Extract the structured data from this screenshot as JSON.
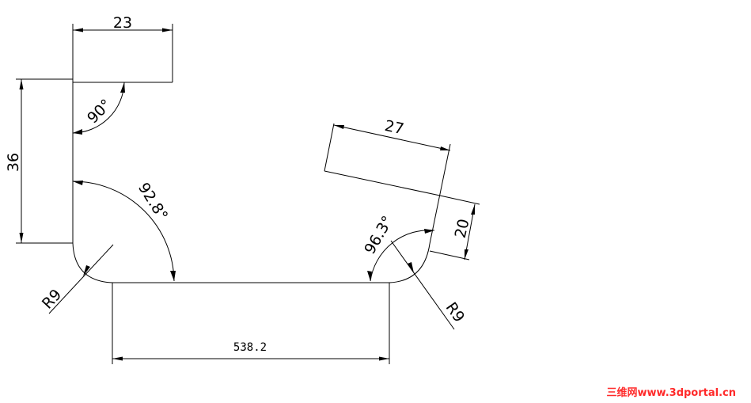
{
  "drawing": {
    "dimensions": {
      "top_width": "23",
      "left_height": "36",
      "top_angle": "90°",
      "left_angle": "92.8°",
      "left_radius": "R9",
      "bottom_length": "538.2",
      "right_angle": "96.3°",
      "right_radius": "R9",
      "slanted_length": "27",
      "right_height": "20"
    },
    "watermark": "三维网www.3dportal.cn"
  },
  "colors": {
    "background": "#ffffff",
    "lines": "#000000",
    "watermark": "#ff2a2a"
  }
}
